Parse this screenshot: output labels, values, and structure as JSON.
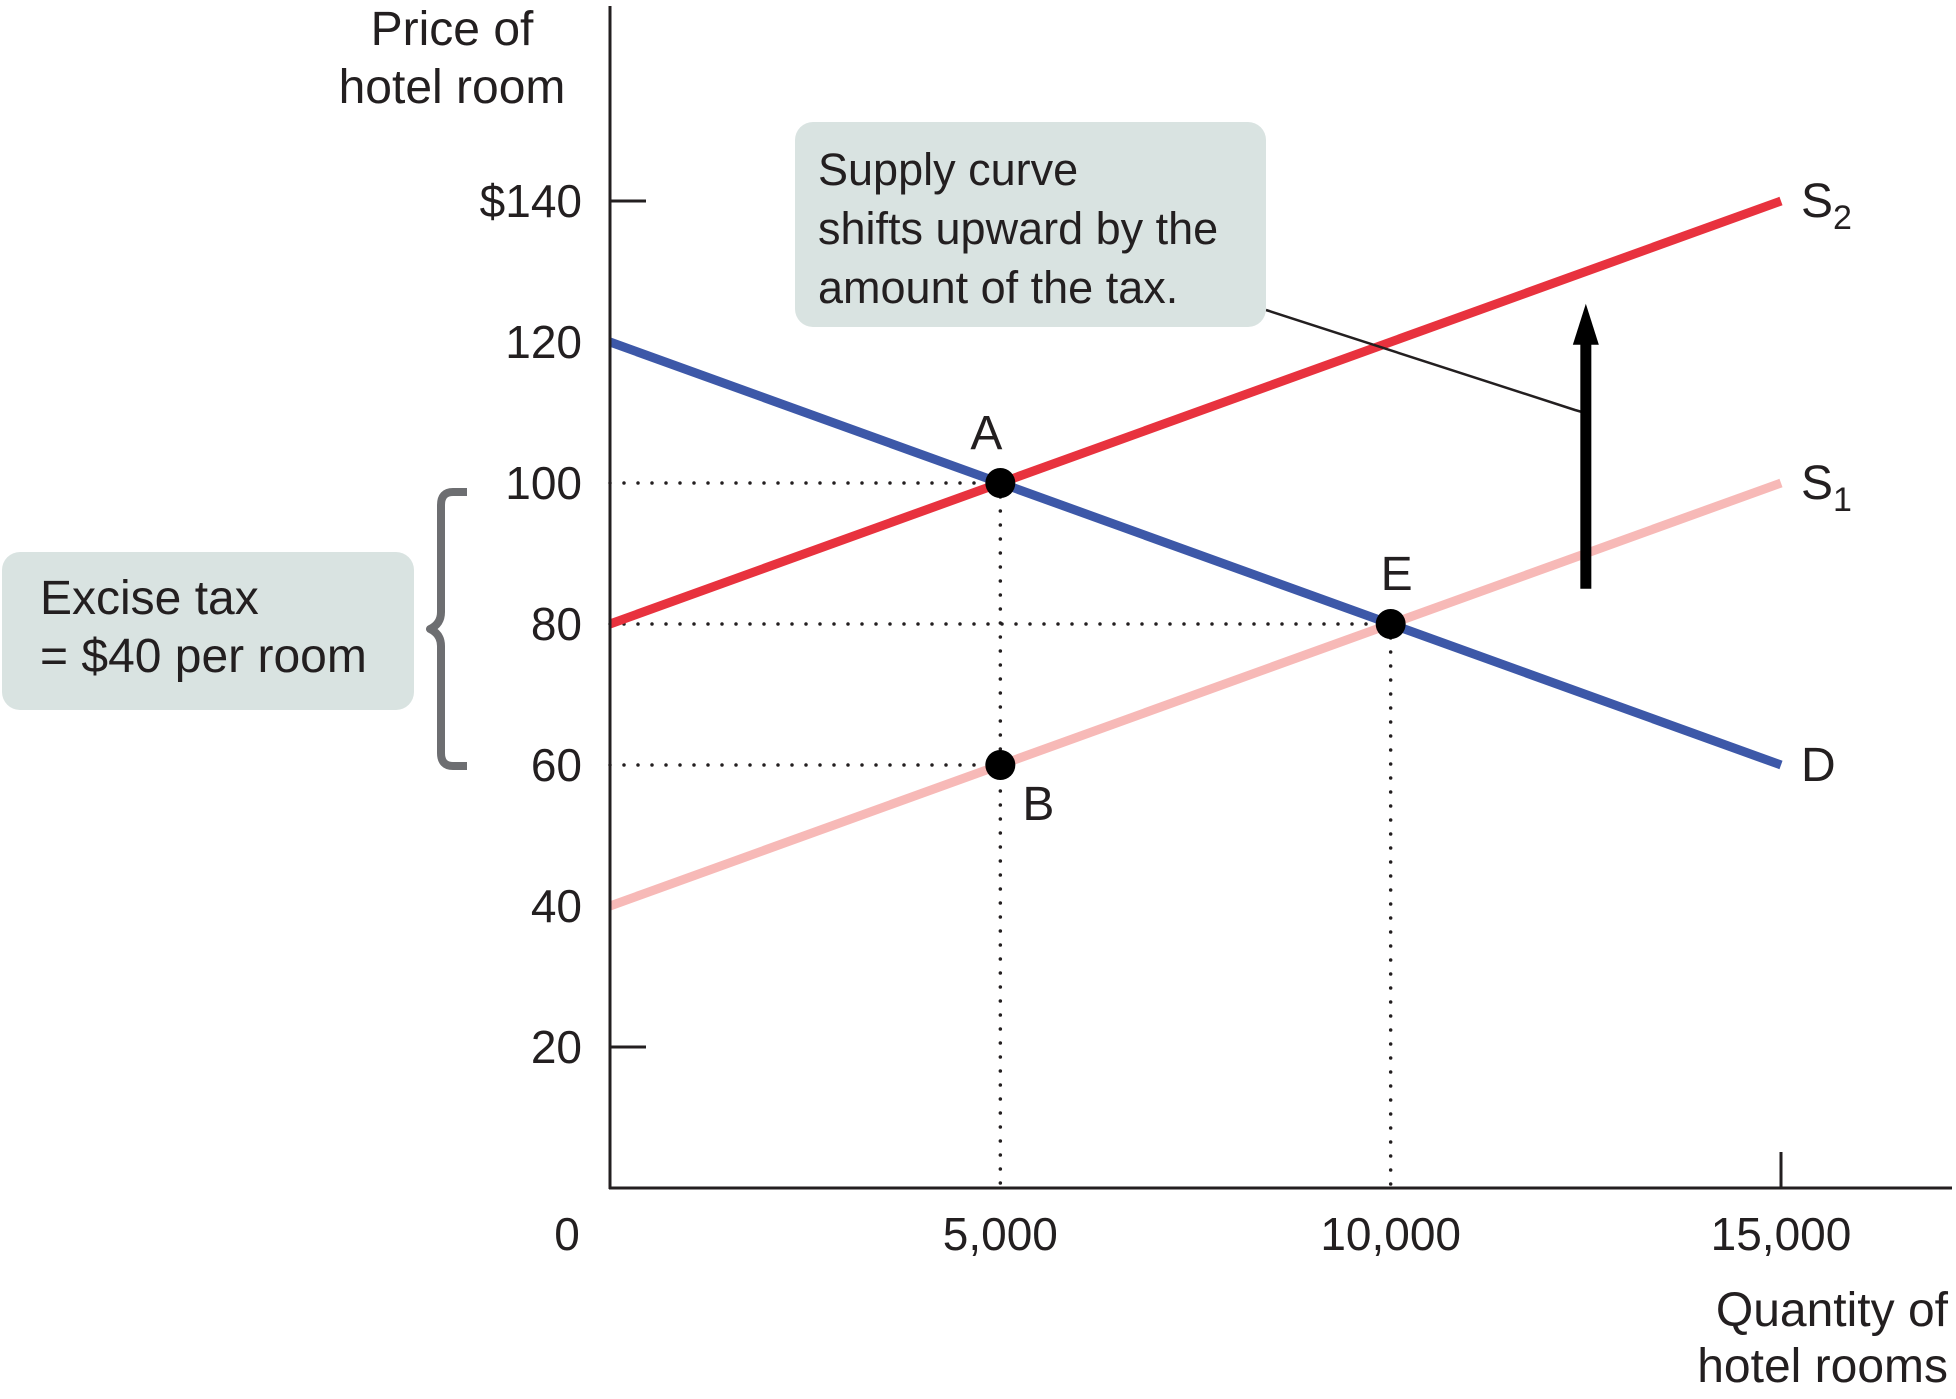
{
  "chart_data": {
    "type": "line",
    "ylabel": "Price of\nhotel room",
    "xlabel": "Quantity of\nhotel rooms",
    "xlim": [
      0,
      15000
    ],
    "ylim": [
      0,
      140
    ],
    "y_ticks": [
      {
        "value": 140,
        "label": "$140"
      },
      {
        "value": 120,
        "label": "120"
      },
      {
        "value": 100,
        "label": "100"
      },
      {
        "value": 80,
        "label": "80"
      },
      {
        "value": 60,
        "label": "60"
      },
      {
        "value": 40,
        "label": "40"
      },
      {
        "value": 20,
        "label": "20"
      }
    ],
    "x_ticks": [
      {
        "value": 0,
        "label": "0"
      },
      {
        "value": 5000,
        "label": "5,000"
      },
      {
        "value": 10000,
        "label": "10,000"
      },
      {
        "value": 15000,
        "label": "15,000"
      }
    ],
    "series": [
      {
        "key": "s2",
        "name": "S",
        "subscript": "2",
        "color": "#e8323e",
        "x": [
          0,
          15000
        ],
        "y": [
          80,
          140
        ]
      },
      {
        "key": "s1",
        "name": "S",
        "subscript": "1",
        "color": "#f7b9b7",
        "x": [
          0,
          15000
        ],
        "y": [
          40,
          100
        ]
      },
      {
        "key": "d",
        "name": "D",
        "subscript": "",
        "color": "#3d58a8",
        "x": [
          0,
          15000
        ],
        "y": [
          120,
          60
        ]
      }
    ],
    "points": [
      {
        "label": "A",
        "x": 5000,
        "y": 100
      },
      {
        "label": "E",
        "x": 10000,
        "y": 80
      },
      {
        "label": "B",
        "x": 5000,
        "y": 60
      }
    ],
    "reference_lines": [
      {
        "from": [
          0,
          100
        ],
        "to": [
          5000,
          100
        ]
      },
      {
        "from": [
          0,
          80
        ],
        "to": [
          10000,
          80
        ]
      },
      {
        "from": [
          0,
          60
        ],
        "to": [
          5000,
          60
        ]
      },
      {
        "from": [
          5000,
          100
        ],
        "to": [
          5000,
          0
        ]
      },
      {
        "from": [
          10000,
          80
        ],
        "to": [
          10000,
          0
        ]
      }
    ],
    "shift_arrow": {
      "x": 12500,
      "y_from": 85,
      "y_to": 125
    },
    "annotations": {
      "tax": "Excise tax\n= $40 per room",
      "shift": "Supply curve\nshifts upward by the\namount of the tax."
    }
  }
}
